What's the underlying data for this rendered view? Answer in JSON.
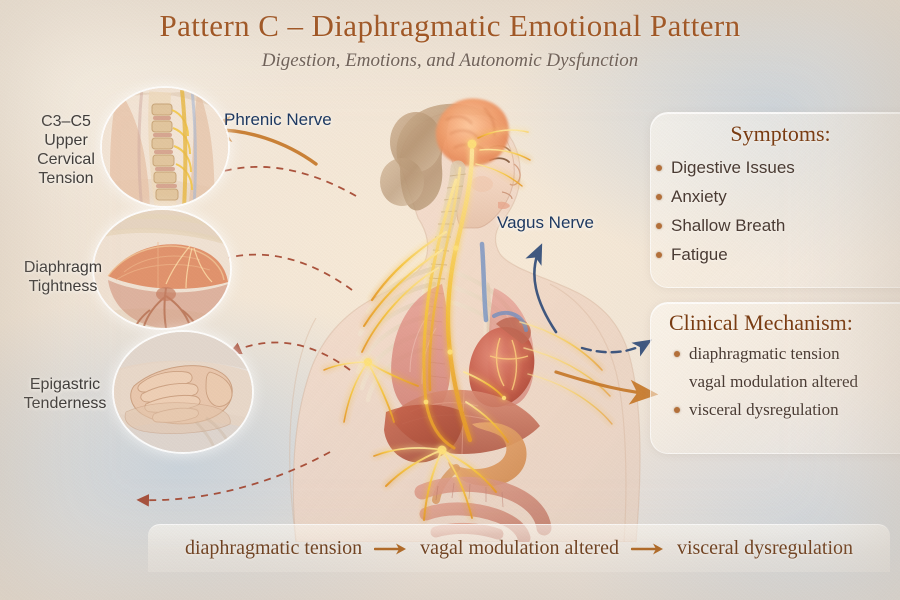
{
  "header": {
    "title": "Pattern C – Diaphragmatic Emotional Pattern",
    "subtitle": "Digestion, Emotions, and Autonomic Dysfunction"
  },
  "colors": {
    "title": "#9d4a13",
    "subtitle": "#6d5f57",
    "panel_heading": "#7a3c12",
    "body_text": "#4a3b33",
    "nerve_label": "#1f3a63",
    "bullet_dot": "#b5713a",
    "orange_arrow": "#c87a2a",
    "blue_arrow": "#2d4a78",
    "dashed_connector": "#a03a22",
    "nerve_glow": "#f5c23c",
    "background": "#f1e7da"
  },
  "insets": [
    {
      "id": "cervical",
      "name": "inset-cervical-spine",
      "label": "C3–C5\nUpper\nCervical\nTension",
      "label_lines": [
        "C3–C5",
        "Upper",
        "Cervical",
        "Tension"
      ]
    },
    {
      "id": "diaphragm",
      "name": "inset-diaphragm",
      "label": "Diaphragm\nTightness",
      "label_lines": [
        "Diaphragm",
        "Tightness"
      ]
    },
    {
      "id": "epigastric",
      "name": "inset-epigastric-palpation",
      "label": "Epigastric\nTenderness",
      "label_lines": [
        "Epigastric",
        "Tenderness"
      ]
    }
  ],
  "nerve_labels": {
    "phrenic": "Phrenic Nerve",
    "vagus": "Vagus Nerve"
  },
  "symptoms_panel": {
    "title": "Symptoms:",
    "items": [
      "Digestive Issues",
      "Anxiety",
      "Shallow Breath",
      "Fatigue"
    ]
  },
  "mechanism_panel": {
    "title": "Clinical Mechanism:",
    "items": [
      "diaphragmatic tension",
      "vagal modulation altered",
      "visceral dysregulation"
    ]
  },
  "flow_bar": {
    "steps": [
      "diaphragmatic tension",
      "vagal modulation altered",
      "visceral dysregulation"
    ],
    "separator": "arrow-right-icon"
  },
  "anatomy": {
    "figure": "female-body-profile-anatomical-illustration",
    "organs": [
      "brain",
      "cervical-spine",
      "lungs",
      "heart",
      "diaphragm",
      "liver",
      "stomach",
      "intestines"
    ],
    "highlighted_system": "autonomic-nervous-system"
  }
}
